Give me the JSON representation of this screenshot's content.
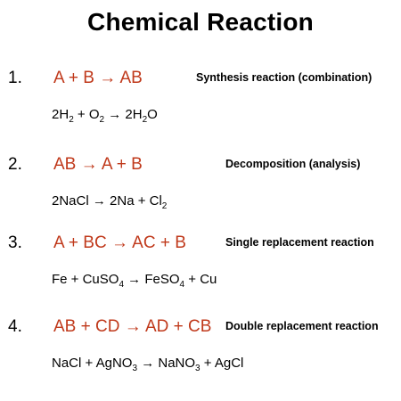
{
  "title": "Chemical Reaction",
  "reactions": [
    {
      "number": "1.",
      "general": "A + B → AB",
      "type": "Synthesis reaction (combination)",
      "example_html": "2H<sub>2</sub> + O<sub>2</sub> → 2H<sub>2</sub>O"
    },
    {
      "number": "2.",
      "general": "AB → A + B",
      "type": "Decomposition (analysis)",
      "example_html": "2NaCl → 2Na + Cl<sub>2</sub>"
    },
    {
      "number": "3.",
      "general": "A + BC → AC + B",
      "type": "Single replacement reaction",
      "example_html": "Fe + CuSO<sub>4</sub> → FeSO<sub>4</sub> + Cu"
    },
    {
      "number": "4.",
      "general": "AB + CD → AD + CB",
      "type": "Double replacement reaction",
      "example_html": "NaCl + AgNO<sub>3</sub> → NaNO<sub>3</sub> + AgCl"
    }
  ],
  "colors": {
    "general_equation": "#c0391b",
    "text": "#000000"
  }
}
